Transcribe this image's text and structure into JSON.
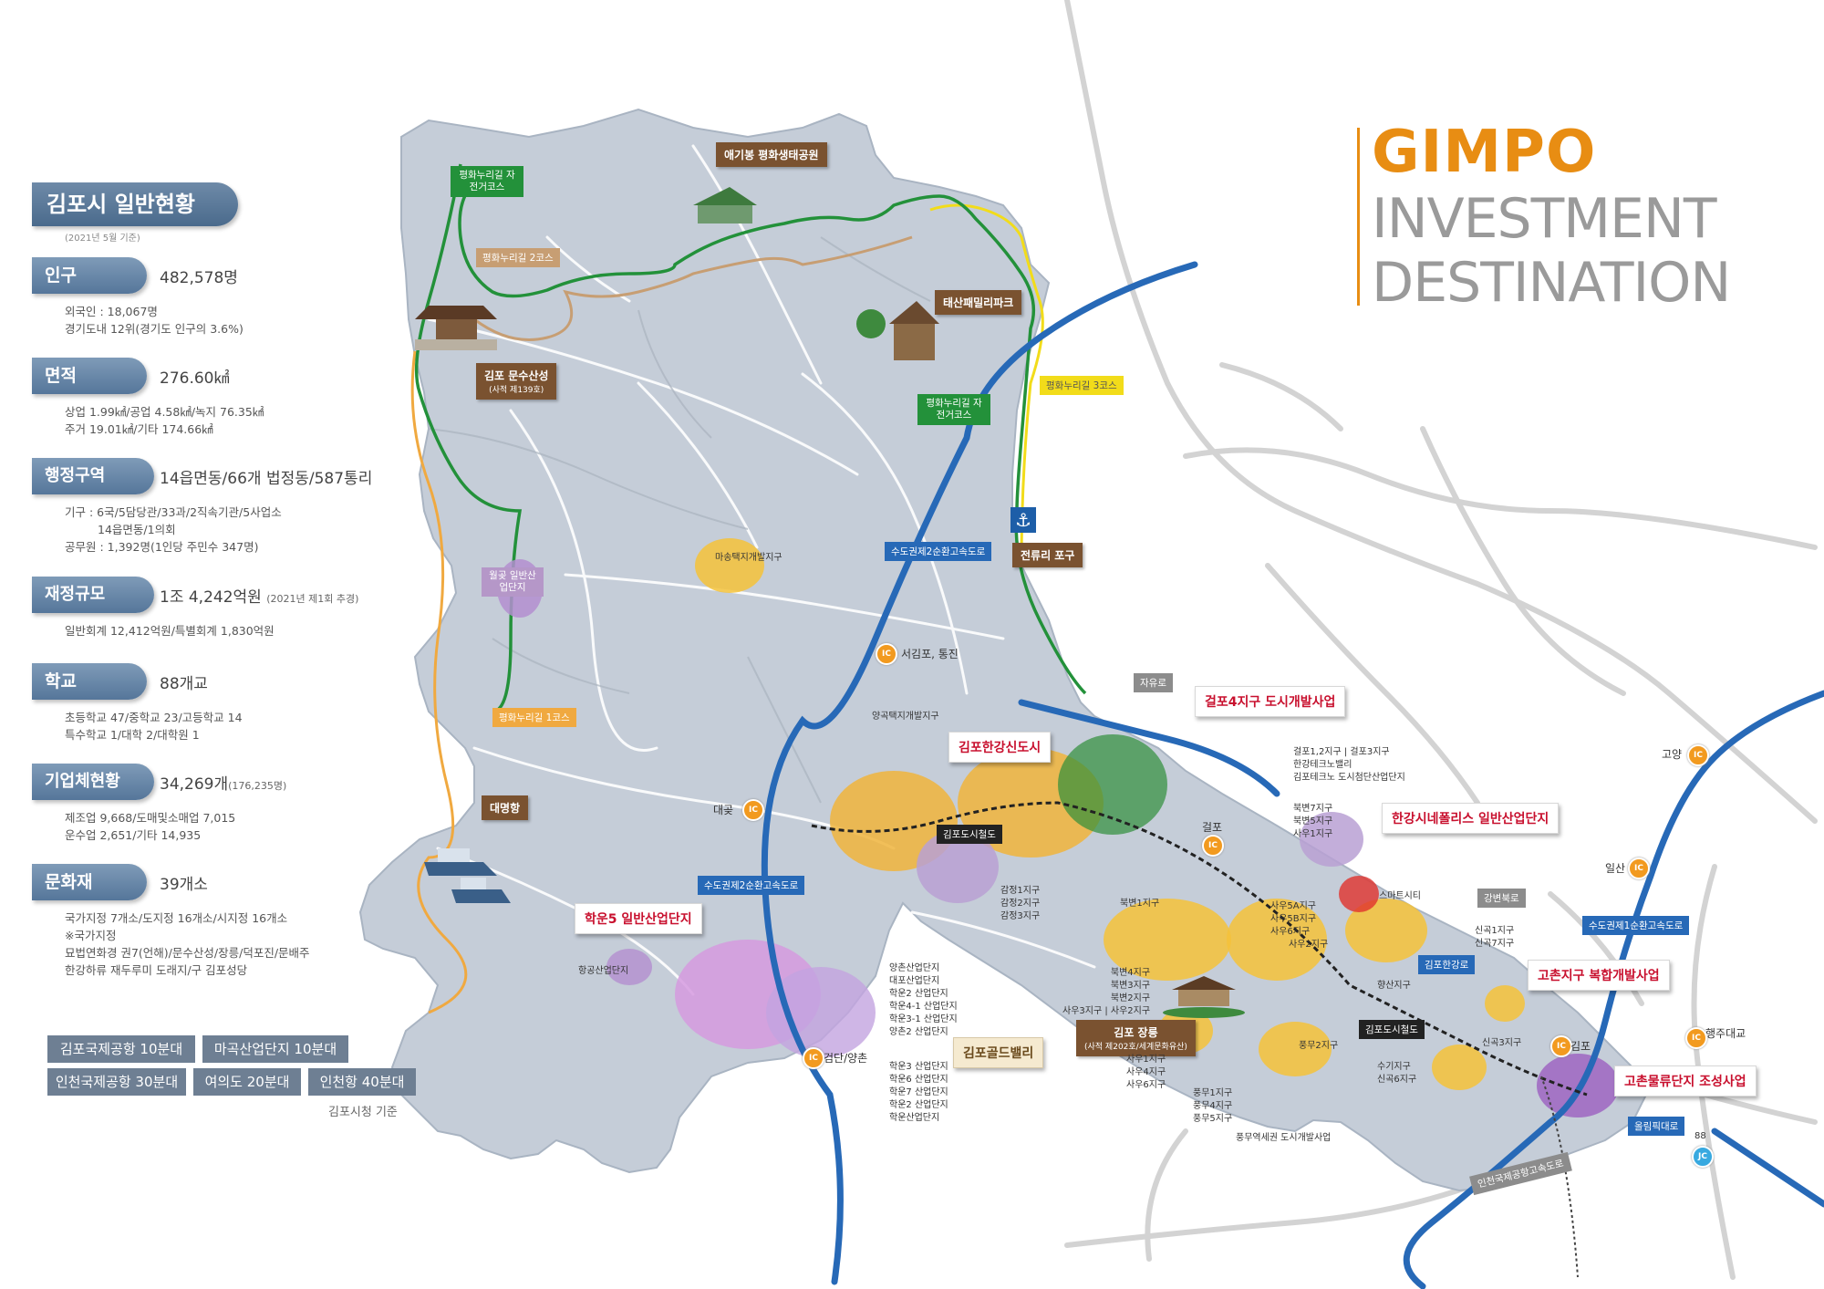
{
  "headline": {
    "line1": "GIMPO",
    "line2": "INVESTMENT",
    "line3": "DESTINATION"
  },
  "panel": {
    "title": "김포시 일반현황",
    "subtitle": "(2021년 5월 기준)",
    "population": {
      "label": "인구",
      "value": "482,578명",
      "details": [
        "외국인 : 18,067명",
        "경기도내 12위(경기도 인구의 3.6%)"
      ]
    },
    "area": {
      "label": "면적",
      "value": "276.60㎢",
      "details": [
        "상업 1.99㎢/공업 4.58㎢/녹지 76.35㎢",
        "주거 19.01㎢/기타 174.66㎢"
      ]
    },
    "admin": {
      "label": "행정구역",
      "value": "14읍면동/66개 법정동/587통리",
      "details": [
        "기구 : 6국/5담당관/33과/2직속기관/5사업소",
        "14읍면동/1의회",
        "공무원 : 1,392명(1인당 주민수 347명)"
      ]
    },
    "budget": {
      "label": "재정규모",
      "value": "1조 4,242억원",
      "note": "(2021년 제1회 추경)",
      "details": [
        "일반회계 12,412억원/특별회계 1,830억원"
      ]
    },
    "school": {
      "label": "학교",
      "value": "88개교",
      "details": [
        "초등학교 47/중학교 23/고등학교 14",
        "특수학교 1/대학 2/대학원 1"
      ]
    },
    "business": {
      "label": "기업체현황",
      "value": "34,269개",
      "note": "(176,235명)",
      "details": [
        "제조업 9,668/도매및소매업 7,015",
        "운수업 2,651/기타 14,935"
      ]
    },
    "heritage": {
      "label": "문화재",
      "value": "39개소",
      "details": [
        "국가지정 7개소/도지정 16개소/시지정 16개소",
        "※국가지정",
        "묘법연화경 권7(언해)/문수산성/장릉/덕포진/문배주",
        "한강하류 재두루미 도래지/구 김포성당"
      ]
    }
  },
  "travel_times": [
    {
      "text": "김포국제공항 10분대"
    },
    {
      "text": "마곡산업단지 10분대"
    },
    {
      "text": "인천국제공항 30분대"
    },
    {
      "text": "여의도 20분대"
    },
    {
      "text": "인천항 40분대"
    }
  ],
  "source": "김포시청 기준",
  "map": {
    "places": {
      "aegibong": "애기봉 평화생태공원",
      "taesan": "태산패밀리파크",
      "munsusanseong": "김포 문수산성",
      "munsusanseong_sub": "(사적 제139호)",
      "jeonryuri": "전류리 포구",
      "daemyeong": "대명항",
      "jangneung": "김포 장릉",
      "jangneung_sub": "(사적 제202호/세계문화유산)"
    },
    "trails": {
      "bike_nw": "평화누리길 자전거코스",
      "course2": "평화누리길 2코스",
      "bike_ne": "평화누리길 자전거코스",
      "course3": "평화누리길 3코스",
      "course1": "평화누리길 1코스"
    },
    "districts": {
      "wolgot": "월곶 일반산업단지",
      "masong": "마송택지개발지구",
      "yanggok": "양곡택지개발지구",
      "hanggong": "항공산업단지",
      "hanggang_list": [
        "감정1지구",
        "감정2지구",
        "감정3지구"
      ],
      "bukbyeon1": "북변1지구",
      "bukbyeon_list": [
        "북변4지구",
        "북변3지구",
        "북변2지구",
        "사우3지구 | 사우2지구"
      ],
      "geolpo_list": [
        "걸포1,2지구 | 걸포3지구",
        "한강테크노밸리",
        "김포테크노 도시첨단산업단지"
      ],
      "bukbyeon_list2": [
        "북변7지구",
        "북변5지구",
        "사우1지구"
      ],
      "sau_list": [
        "사우5A지구",
        "사우5B지구",
        "사우6지구",
        "사우2지구"
      ],
      "smartcity": "스마트시티",
      "sinkok_list": [
        "신곡1지구",
        "신곡7지구"
      ],
      "hyangsan": "향산지구",
      "sinkok3": "신곡3지구",
      "sugi_list": [
        "수기지구",
        "신곡6지구"
      ],
      "pungmu2": "풍무2지구",
      "sau_list2": [
        "사우1지구",
        "사우4지구",
        "사우6지구"
      ],
      "pungmu_list": [
        "풍무1지구",
        "풍무4지구",
        "풍무5지구"
      ],
      "pungmu_station": "풍무역세권 도시개발사업",
      "gold_list_a": [
        "양촌산업단지",
        "대포산업단지",
        "학운2 산업단지",
        "학운4-1 산업단지",
        "학운3-1 산업단지",
        "양촌2 산업단지"
      ],
      "gold_list_b": [
        "학운3 산업단지",
        "학운6 산업단지",
        "학운7 산업단지",
        "학운2 산업단지",
        "학운산업단지"
      ]
    },
    "projects": {
      "hangang": "김포한강신도시",
      "geolpo4": "걸포4지구 도시개발사업",
      "hangangcine": "한강시네폴리스 일반산업단지",
      "hakun5": "학운5 일반산업단지",
      "gimpogold": "김포골드밸리",
      "gochon_complex": "고촌지구 복합개발사업",
      "gochon_logistics": "고촌물류단지 조성사업"
    },
    "roads": {
      "sudo2_north": "수도권제2순환고속도로",
      "sudo2_south": "수도권제2순환고속도로",
      "sudo1": "수도권제1순환고속도로",
      "jayuro": "자유로",
      "gangbyeonbukro": "강변북로",
      "gimpohangangro": "김포한강로",
      "olympic": "올림픽대로",
      "incheon_airport": "인천국제공항고속도로",
      "rail_a": "김포도시철도",
      "rail_b": "김포도시철도",
      "route88": "88"
    },
    "ics": {
      "seogimpo": "서김포, 통진",
      "daegot": "대곶",
      "geolpo": "걸포",
      "geomdan": "검단/양촌",
      "gimpo": "김포",
      "goyang": "고양",
      "ilsan": "일산",
      "haengju": "행주대교",
      "ic": "IC",
      "jc": "JC"
    }
  },
  "colors": {
    "accent_orange": "#e88d13",
    "headline_gray": "#9a9a9a",
    "map_land": "#c5cdd8",
    "highway_blue": "#2769b7",
    "trail_green": "#23913a",
    "project_red": "#c8102e"
  }
}
